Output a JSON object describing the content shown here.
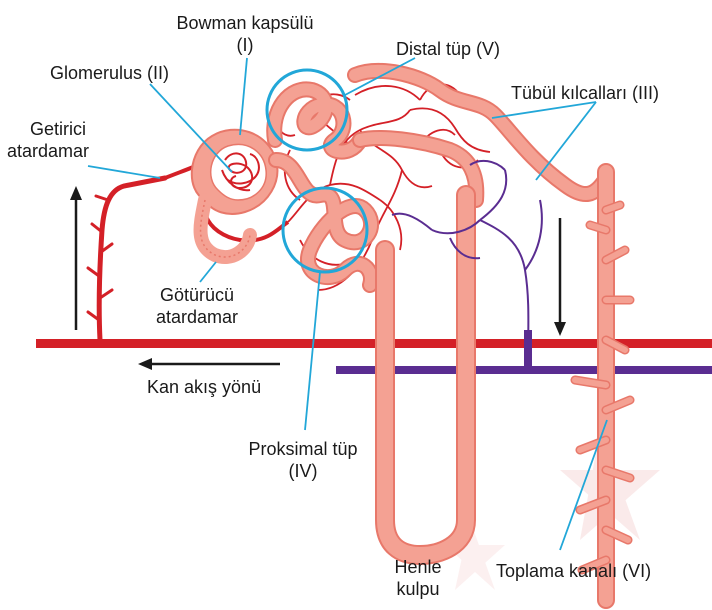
{
  "labels": {
    "bowman_1": "Bowman kapsülü",
    "bowman_2": "(I)",
    "glomerulus": "Glomerulus (II)",
    "distal": "Distal tüp (V)",
    "tubul": "Tübül kılcalları (III)",
    "getirici_1": "Getirici",
    "getirici_2": "atardamar",
    "goturucu_1": "Götürücü",
    "goturucu_2": "atardamar",
    "kan_akis": "Kan akış yönü",
    "proksimal_1": "Proksimal tüp",
    "proksimal_2": "(IV)",
    "henle_1": "Henle",
    "henle_2": "kulpu",
    "toplama": "Toplama kanalı (VI)"
  },
  "colors": {
    "artery": "#d42027",
    "vein": "#5a2d91",
    "tubule_fill": "#f4a193",
    "tubule_edge": "#e8786a",
    "pointer_line": "#22a7d8",
    "arrow": "#1a1a1a"
  }
}
